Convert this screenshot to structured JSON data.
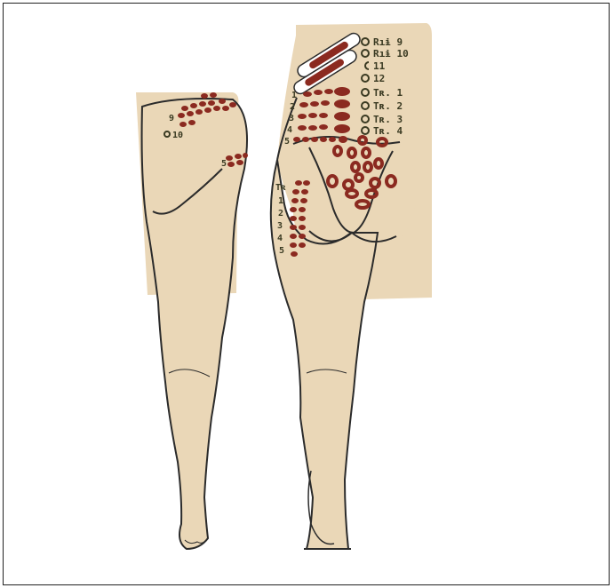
{
  "colors": {
    "skin": "#ead7b7",
    "panel": "#ead7b7",
    "outline": "#2b2b2b",
    "spot": "#8b2a20",
    "label": "#3a3a22"
  },
  "labels": {
    "rib9": "Rıɨ 9",
    "rib10": "Rıɨ 10",
    "c11": "11",
    "c12": "12",
    "tr1": "Tʀ. 1",
    "tr2": "Tʀ. 2",
    "tr3": "Tʀ. 3",
    "tr4": "Tʀ. 4",
    "left_9": "9",
    "left_10": "10",
    "left_5": "5",
    "tr_col": "Tʀ",
    "n1": "1",
    "n2": "2",
    "n3": "3",
    "n4": "4",
    "n5": "5",
    "side1": "1",
    "side2": "2",
    "side3": "3",
    "side4": "4",
    "side5": "5"
  }
}
